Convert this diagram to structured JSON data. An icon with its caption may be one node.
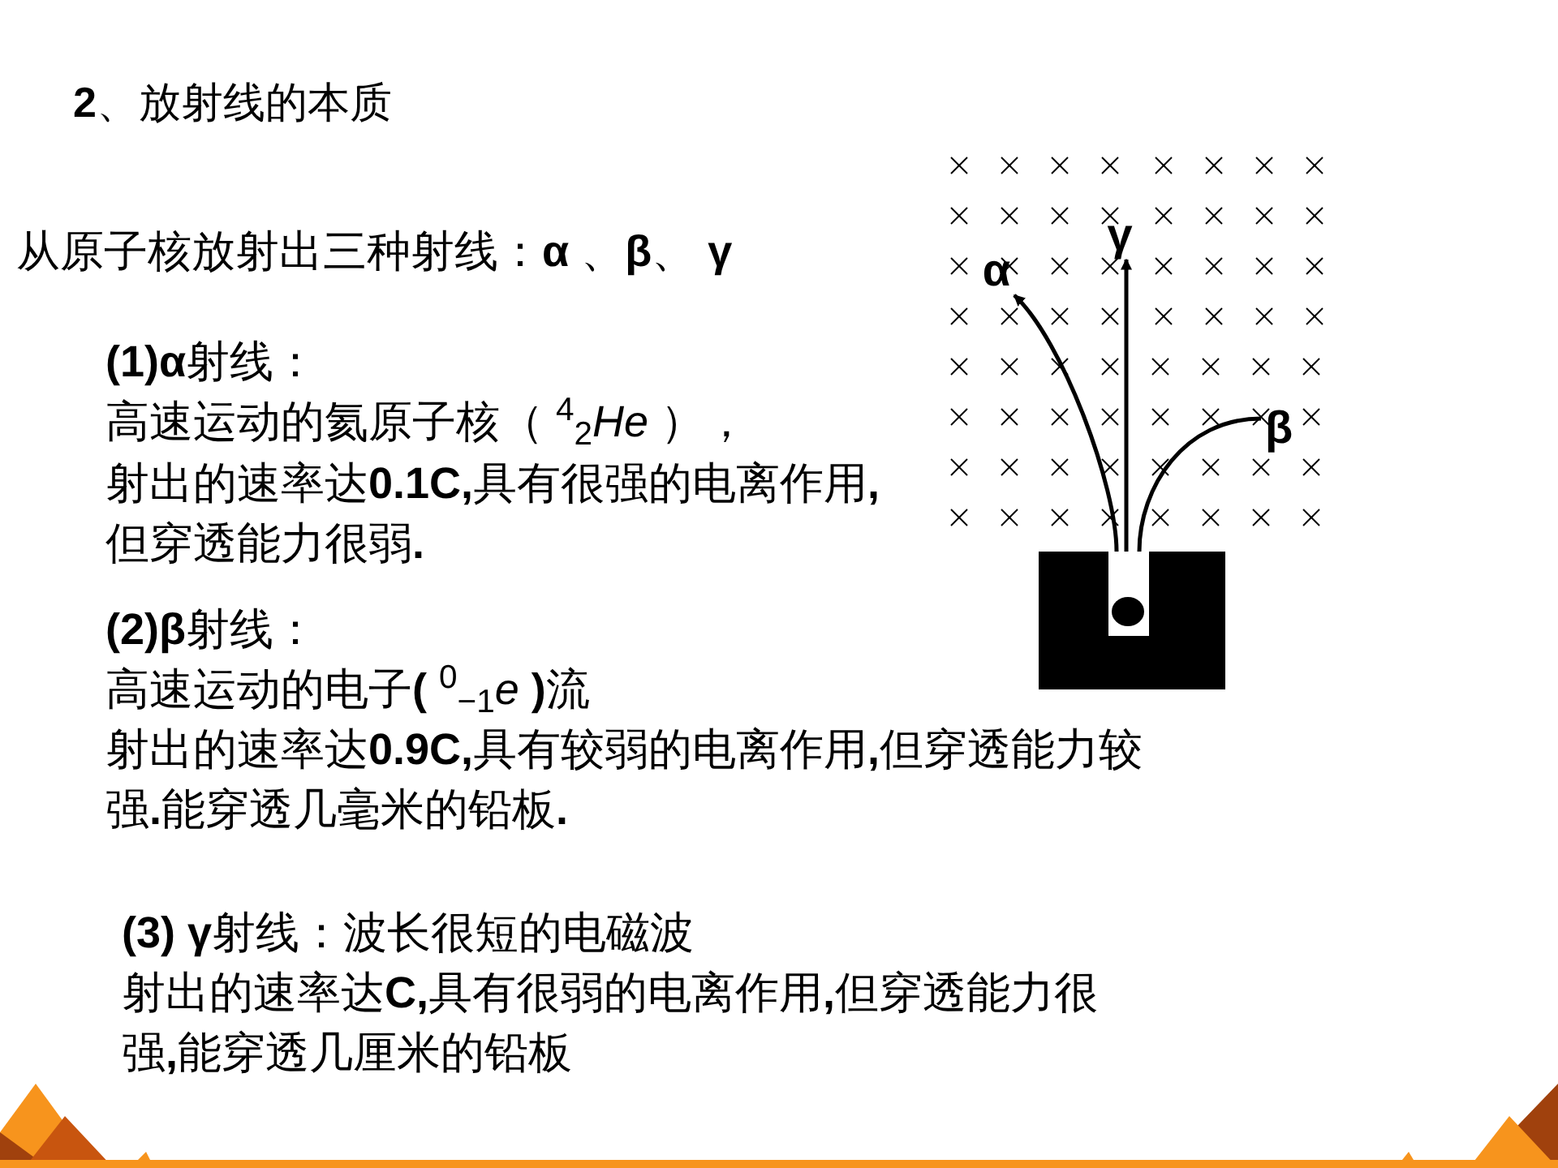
{
  "diagram": {
    "title": "**2**、放射线的本质",
    "nodes": [
      {
        "text": [
          "α"
        ]
      },
      {
        "text": [
          "γ"
        ]
      },
      {
        "text": [
          "β"
        ]
      },
      {
        "text": [],
        "shape": "box"
      }
    ],
    "edges": [
      {
        "from": 3,
        "to": 0,
        "arrow": "to"
      },
      {
        "from": 3,
        "to": 1,
        "arrow": "to"
      },
      {
        "from": 3,
        "to": 2,
        "arrow": "none"
      }
    ],
    "labels": [
      "从原子核放射出三种射线：**α** 、**β**、 **γ**",
      "**(1)α**射线：",
      "高速运动的氦原子核（ $^{4}$$_{2}$*He* ），",
      "射出的速率达**0.1C,**具有很强的电离作用**,**但穿透能力很弱**.**",
      "**(2)β**射线：",
      "高速运动的电子**(** $^{0}$$_{−1}$*e* **)**流",
      "射出的速率达**0.9C,**具有较弱的电离作用**,**但穿透能力较强**.**能穿透几毫米的铅板**.**",
      "**(3) γ**射线：波长很短的电磁波",
      "射出的速率达**C,**具有很弱的电离作用**,**但穿透能力很强**,**能穿透几厘米的铅板"
    ]
  }
}
